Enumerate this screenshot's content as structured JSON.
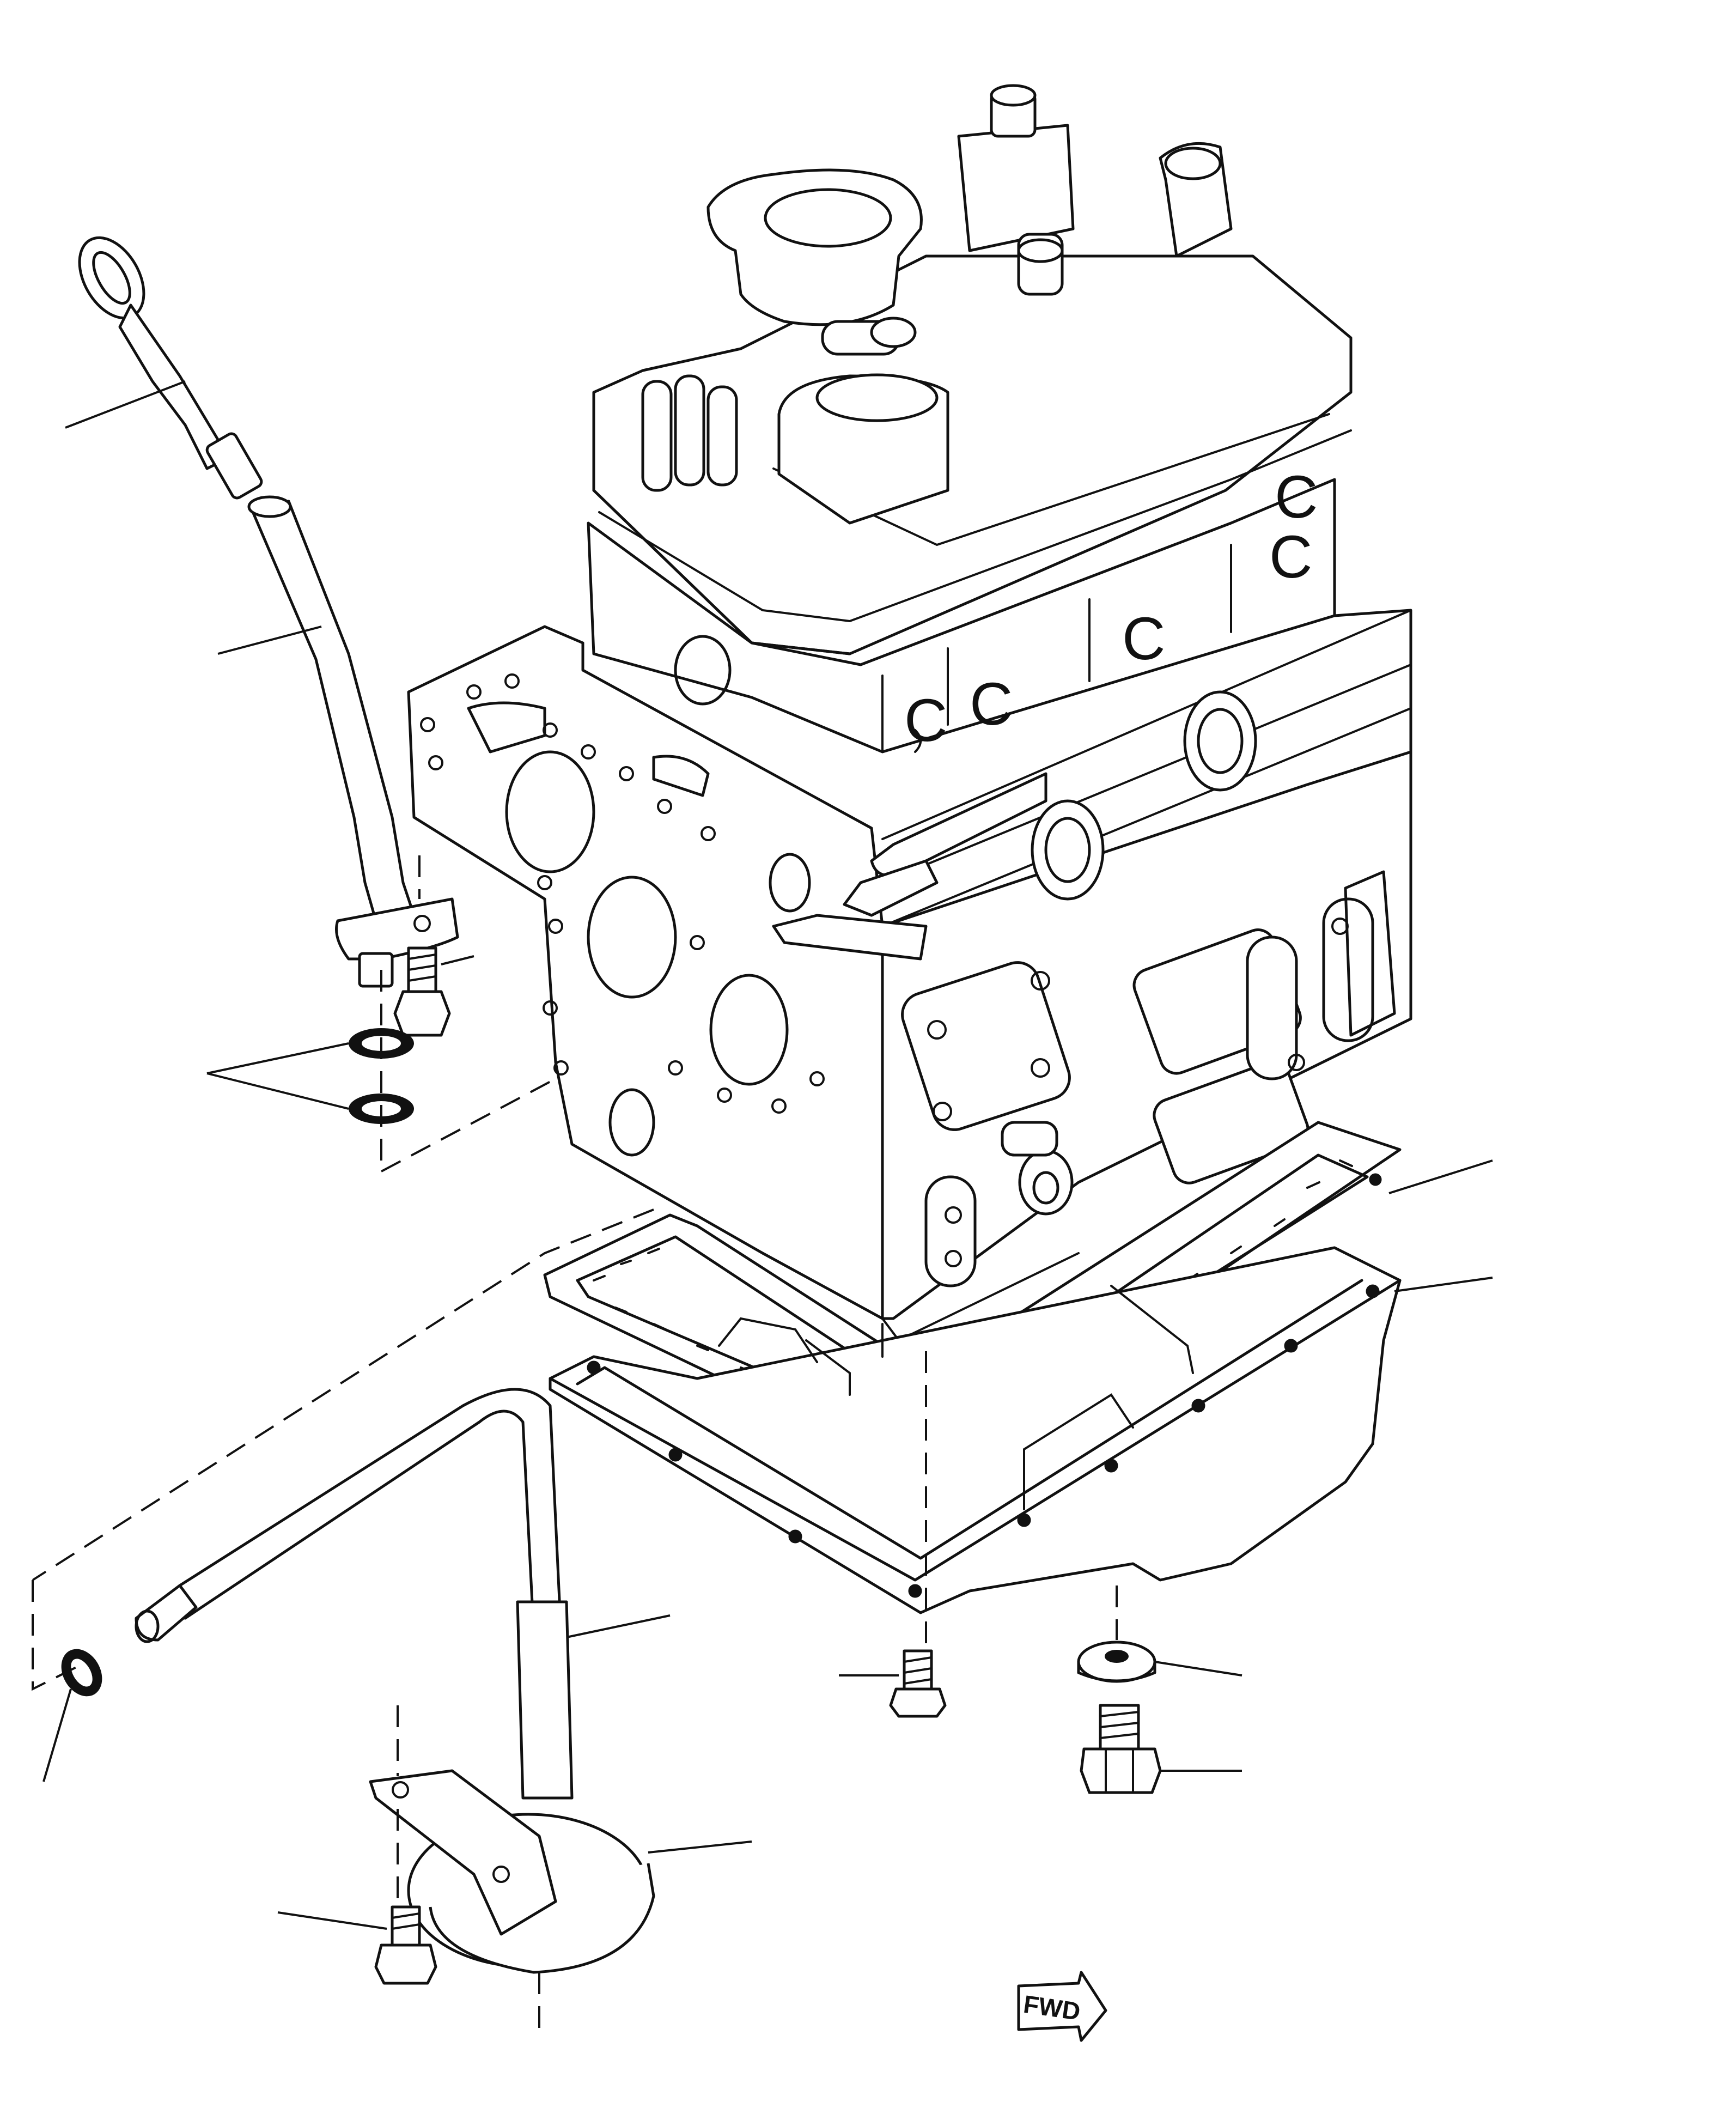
{
  "fwd_label": "FWD",
  "parts": [
    "dipstick",
    "dipstick-tube",
    "tube-bolt",
    "sealing-washers",
    "oil-pan-gasket",
    "oil-pan",
    "pan-bolt",
    "drain-plug-washer",
    "drain-plug",
    "pickup-tube",
    "o-ring",
    "oil-strainer",
    "strainer-bolt"
  ]
}
